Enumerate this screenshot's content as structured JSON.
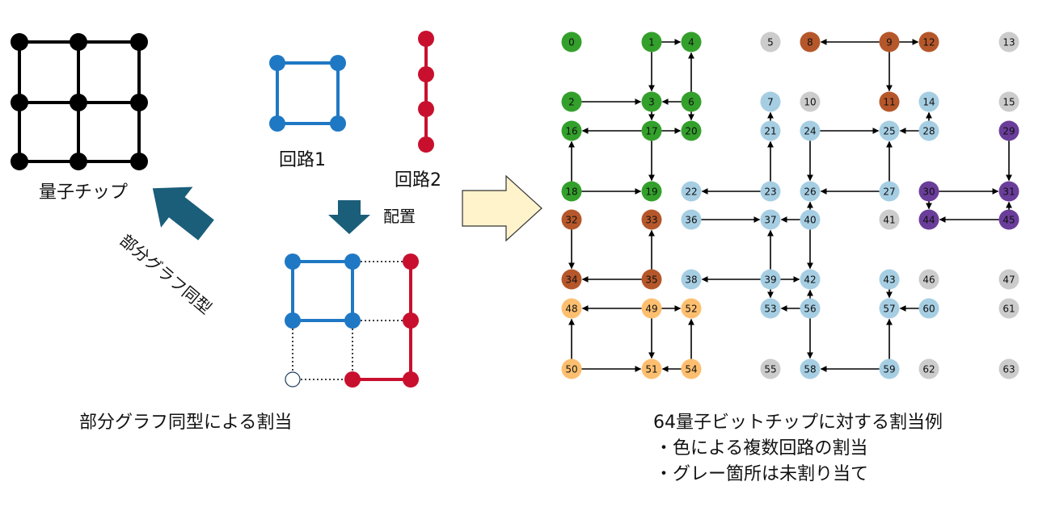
{
  "labels": {
    "chip": "量子チップ",
    "circuit1": "回路1",
    "circuit2": "回路2",
    "placement": "配置",
    "isomorphism_arrow": "部分グラフ同型",
    "left_caption": "部分グラフ同型による割当",
    "right_caption_line1": "64量子ビットチップに対する割当例",
    "right_caption_line2": "・色による複数回路の割当",
    "right_caption_line3": "・グレー箇所は未割り当て"
  },
  "colors": {
    "green": "#33a02c",
    "brown": "#b5572a",
    "lightblue": "#a6cee3",
    "purple": "#6a3d9a",
    "orange": "#fdbf6f",
    "gray": "#cccccc",
    "circuit1_blue": "#1f78c4",
    "circuit2_red": "#c8102e",
    "big_arrow_teal": "#1b5e7a",
    "hollow_arrow_fill": "#fff3cc"
  },
  "nodes": [
    {
      "id": "0",
      "color": "green"
    },
    {
      "id": "1",
      "color": "green"
    },
    {
      "id": "4",
      "color": "green"
    },
    {
      "id": "5",
      "color": "gray"
    },
    {
      "id": "8",
      "color": "brown"
    },
    {
      "id": "9",
      "color": "brown"
    },
    {
      "id": "12",
      "color": "brown"
    },
    {
      "id": "13",
      "color": "gray"
    },
    {
      "id": "2",
      "color": "green"
    },
    {
      "id": "3",
      "color": "green"
    },
    {
      "id": "6",
      "color": "green"
    },
    {
      "id": "7",
      "color": "lightblue"
    },
    {
      "id": "10",
      "color": "gray"
    },
    {
      "id": "11",
      "color": "brown"
    },
    {
      "id": "14",
      "color": "lightblue"
    },
    {
      "id": "15",
      "color": "gray"
    },
    {
      "id": "16",
      "color": "green"
    },
    {
      "id": "17",
      "color": "green"
    },
    {
      "id": "20",
      "color": "green"
    },
    {
      "id": "21",
      "color": "lightblue"
    },
    {
      "id": "24",
      "color": "lightblue"
    },
    {
      "id": "25",
      "color": "lightblue"
    },
    {
      "id": "28",
      "color": "lightblue"
    },
    {
      "id": "29",
      "color": "purple"
    },
    {
      "id": "18",
      "color": "green"
    },
    {
      "id": "19",
      "color": "green"
    },
    {
      "id": "22",
      "color": "lightblue"
    },
    {
      "id": "23",
      "color": "lightblue"
    },
    {
      "id": "26",
      "color": "lightblue"
    },
    {
      "id": "27",
      "color": "lightblue"
    },
    {
      "id": "30",
      "color": "purple"
    },
    {
      "id": "31",
      "color": "purple"
    },
    {
      "id": "32",
      "color": "brown"
    },
    {
      "id": "33",
      "color": "brown"
    },
    {
      "id": "36",
      "color": "lightblue"
    },
    {
      "id": "37",
      "color": "lightblue"
    },
    {
      "id": "40",
      "color": "lightblue"
    },
    {
      "id": "41",
      "color": "gray"
    },
    {
      "id": "44",
      "color": "purple"
    },
    {
      "id": "45",
      "color": "purple"
    },
    {
      "id": "34",
      "color": "brown"
    },
    {
      "id": "35",
      "color": "brown"
    },
    {
      "id": "38",
      "color": "lightblue"
    },
    {
      "id": "39",
      "color": "lightblue"
    },
    {
      "id": "42",
      "color": "lightblue"
    },
    {
      "id": "43",
      "color": "lightblue"
    },
    {
      "id": "46",
      "color": "gray"
    },
    {
      "id": "47",
      "color": "gray"
    },
    {
      "id": "48",
      "color": "orange"
    },
    {
      "id": "49",
      "color": "orange"
    },
    {
      "id": "52",
      "color": "orange"
    },
    {
      "id": "53",
      "color": "lightblue"
    },
    {
      "id": "56",
      "color": "lightblue"
    },
    {
      "id": "57",
      "color": "lightblue"
    },
    {
      "id": "60",
      "color": "lightblue"
    },
    {
      "id": "61",
      "color": "gray"
    },
    {
      "id": "50",
      "color": "orange"
    },
    {
      "id": "51",
      "color": "orange"
    },
    {
      "id": "54",
      "color": "orange"
    },
    {
      "id": "55",
      "color": "gray"
    },
    {
      "id": "58",
      "color": "lightblue"
    },
    {
      "id": "59",
      "color": "lightblue"
    },
    {
      "id": "62",
      "color": "gray"
    },
    {
      "id": "63",
      "color": "gray"
    }
  ],
  "edges": [
    [
      "1",
      "4"
    ],
    [
      "1",
      "3"
    ],
    [
      "6",
      "4"
    ],
    [
      "2",
      "3"
    ],
    [
      "6",
      "3"
    ],
    [
      "3",
      "17"
    ],
    [
      "6",
      "20"
    ],
    [
      "17",
      "16"
    ],
    [
      "17",
      "20"
    ],
    [
      "17",
      "19"
    ],
    [
      "18",
      "16"
    ],
    [
      "18",
      "19"
    ],
    [
      "9",
      "8"
    ],
    [
      "9",
      "12"
    ],
    [
      "9",
      "11"
    ],
    [
      "28",
      "14"
    ],
    [
      "28",
      "25"
    ],
    [
      "24",
      "25"
    ],
    [
      "24",
      "26"
    ],
    [
      "21",
      "7"
    ],
    [
      "23",
      "21"
    ],
    [
      "23",
      "22"
    ],
    [
      "27",
      "25"
    ],
    [
      "27",
      "26"
    ],
    [
      "36",
      "37"
    ],
    [
      "40",
      "37"
    ],
    [
      "40",
      "26"
    ],
    [
      "40",
      "42"
    ],
    [
      "39",
      "37"
    ],
    [
      "39",
      "38"
    ],
    [
      "39",
      "42"
    ],
    [
      "39",
      "53"
    ],
    [
      "56",
      "53"
    ],
    [
      "56",
      "42"
    ],
    [
      "56",
      "58"
    ],
    [
      "59",
      "58"
    ],
    [
      "59",
      "57"
    ],
    [
      "60",
      "57"
    ],
    [
      "43",
      "57"
    ],
    [
      "29",
      "31"
    ],
    [
      "30",
      "31"
    ],
    [
      "30",
      "44"
    ],
    [
      "45",
      "44"
    ],
    [
      "45",
      "31"
    ],
    [
      "32",
      "34"
    ],
    [
      "35",
      "34"
    ],
    [
      "35",
      "33"
    ],
    [
      "49",
      "48"
    ],
    [
      "49",
      "52"
    ],
    [
      "49",
      "51"
    ],
    [
      "50",
      "48"
    ],
    [
      "50",
      "51"
    ],
    [
      "54",
      "51"
    ],
    [
      "54",
      "52"
    ]
  ],
  "circuits": {
    "chip_grid_size": 3,
    "circuit1_square": 2,
    "circuit2_chain_length": 4,
    "placement_empty_slot": 1
  }
}
